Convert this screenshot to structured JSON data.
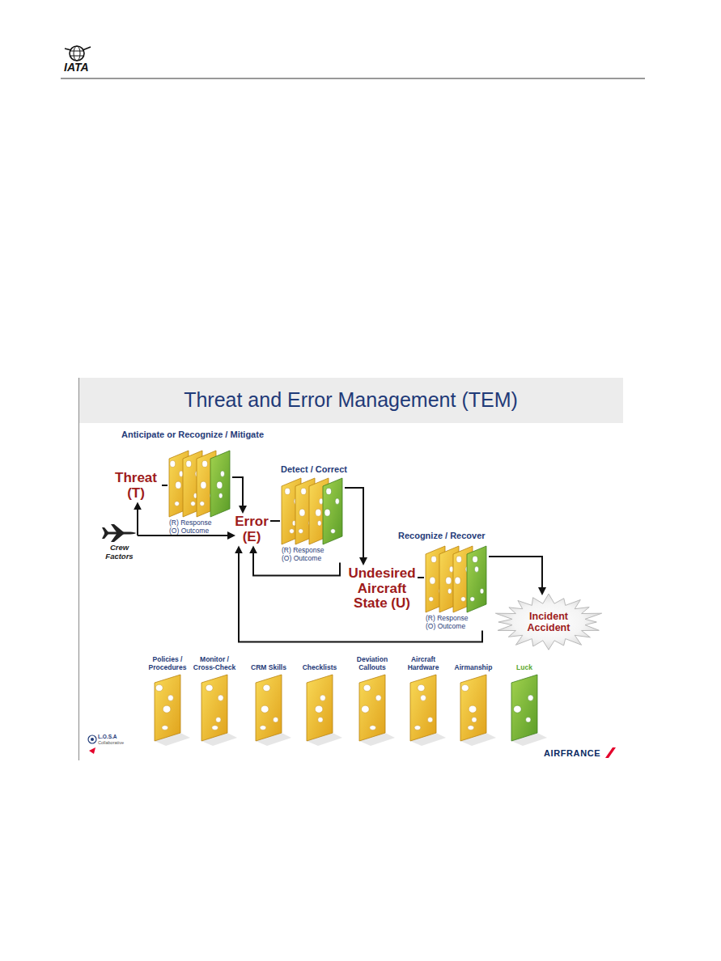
{
  "diagram": {
    "title": "Threat and Error Management (TEM)",
    "nodes": [
      {
        "text": [
          "Threat (T)"
        ]
      },
      {
        "text": [
          "Anticipate or Recognize / Mitigate",
          "(R) Response (O) Outcome"
        ]
      },
      {
        "text": [
          "Crew Factors"
        ]
      },
      {
        "text": [
          "Error (E)"
        ]
      },
      {
        "text": [
          "Detect / Correct",
          "(R) Response (O) Outcome"
        ]
      },
      {
        "text": [
          "Undesired Aircraft State (U)"
        ]
      },
      {
        "text": [
          "Recognize / Recover",
          "(R) Response (O) Outcome"
        ]
      },
      {
        "text": [
          "Incident Accident"
        ]
      },
      {
        "text": [
          "Policies / Procedures"
        ]
      },
      {
        "text": [
          "Monitor / Cross-Check"
        ]
      },
      {
        "text": [
          "CRM Skills"
        ]
      },
      {
        "text": [
          "Checklists"
        ]
      },
      {
        "text": [
          "Deviation Callouts"
        ]
      },
      {
        "text": [
          "Aircraft Hardware"
        ]
      },
      {
        "text": [
          "Airmanship"
        ]
      },
      {
        "text": [
          "Luck"
        ]
      }
    ],
    "edges": [
      {
        "from": 2,
        "to": 0,
        "arrow": "to"
      },
      {
        "from": 2,
        "to": 3,
        "arrow": "to"
      },
      {
        "from": 0,
        "to": 1,
        "arrow": "none"
      },
      {
        "from": 1,
        "to": 3,
        "arrow": "to"
      },
      {
        "from": 3,
        "to": 4,
        "arrow": "none"
      },
      {
        "from": 4,
        "to": 5,
        "arrow": "to"
      },
      {
        "from": 4,
        "to": 3,
        "arrow": "to"
      },
      {
        "from": 5,
        "to": 6,
        "arrow": "none"
      },
      {
        "from": 6,
        "to": 7,
        "arrow": "to"
      },
      {
        "from": 6,
        "to": 3,
        "arrow": "to"
      }
    ],
    "labels": [
      "IATA",
      "L.O.S.A",
      "Collaborative",
      "AIRFRANCE"
    ]
  }
}
